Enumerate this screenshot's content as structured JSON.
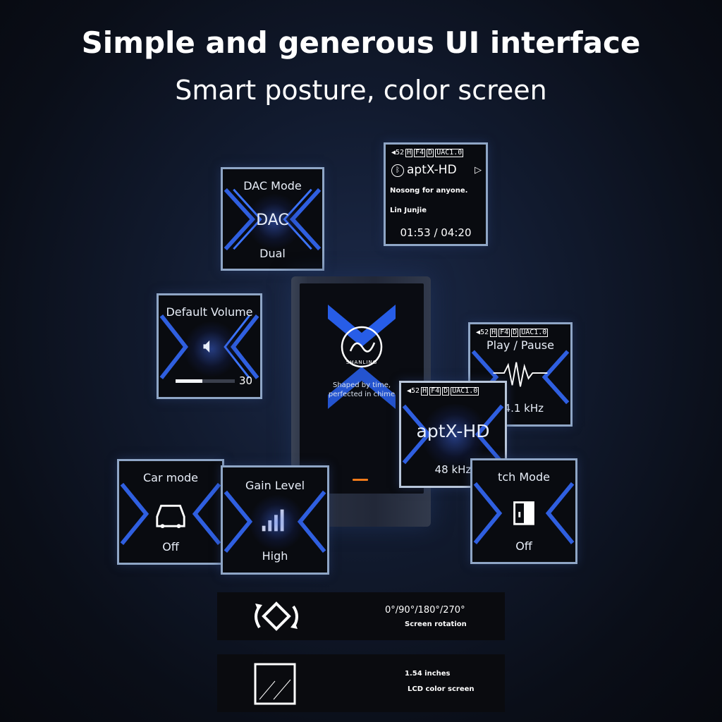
{
  "headline": "Simple and generous UI interface",
  "subheadline": "Smart posture, color screen",
  "status_bar": {
    "volume": "52",
    "badges": [
      "H",
      "F4",
      "D",
      "UAC1.0"
    ]
  },
  "dac_tile": {
    "title": "DAC Mode",
    "value": "DAC",
    "sub": "Dual"
  },
  "bt_tile": {
    "codec": "aptX-HD",
    "song": "Nosong for anyone.",
    "artist": "Lin Junjie",
    "time": "01:53 / 04:20"
  },
  "volume_tile": {
    "title": "Default Volume",
    "value": "30",
    "level": 0.45
  },
  "play_tile": {
    "title": "Play / Pause",
    "value": "44.1 kHz"
  },
  "codec_tile": {
    "codec": "aptX-HD",
    "rate": "48 kHz"
  },
  "car_tile": {
    "title": "Car mode",
    "value": "Off"
  },
  "gain_tile": {
    "title": "Gain Level",
    "value": "High"
  },
  "switch_tile": {
    "title": "tch Mode",
    "value": "Off"
  },
  "device": {
    "brand": "SHANLING",
    "tagline_1": "Shaped by time,",
    "tagline_2": "perfected in chime"
  },
  "specs": {
    "rotation_values": "0°/90°/180°/270°",
    "rotation_label": "Screen rotation",
    "screen_size": "1.54 inches",
    "screen_label": "LCD color screen"
  },
  "colors": {
    "accent_blue": "#2f5fe0",
    "tile_border": "#8fa6c6",
    "indicator_orange": "#f07a1a"
  }
}
